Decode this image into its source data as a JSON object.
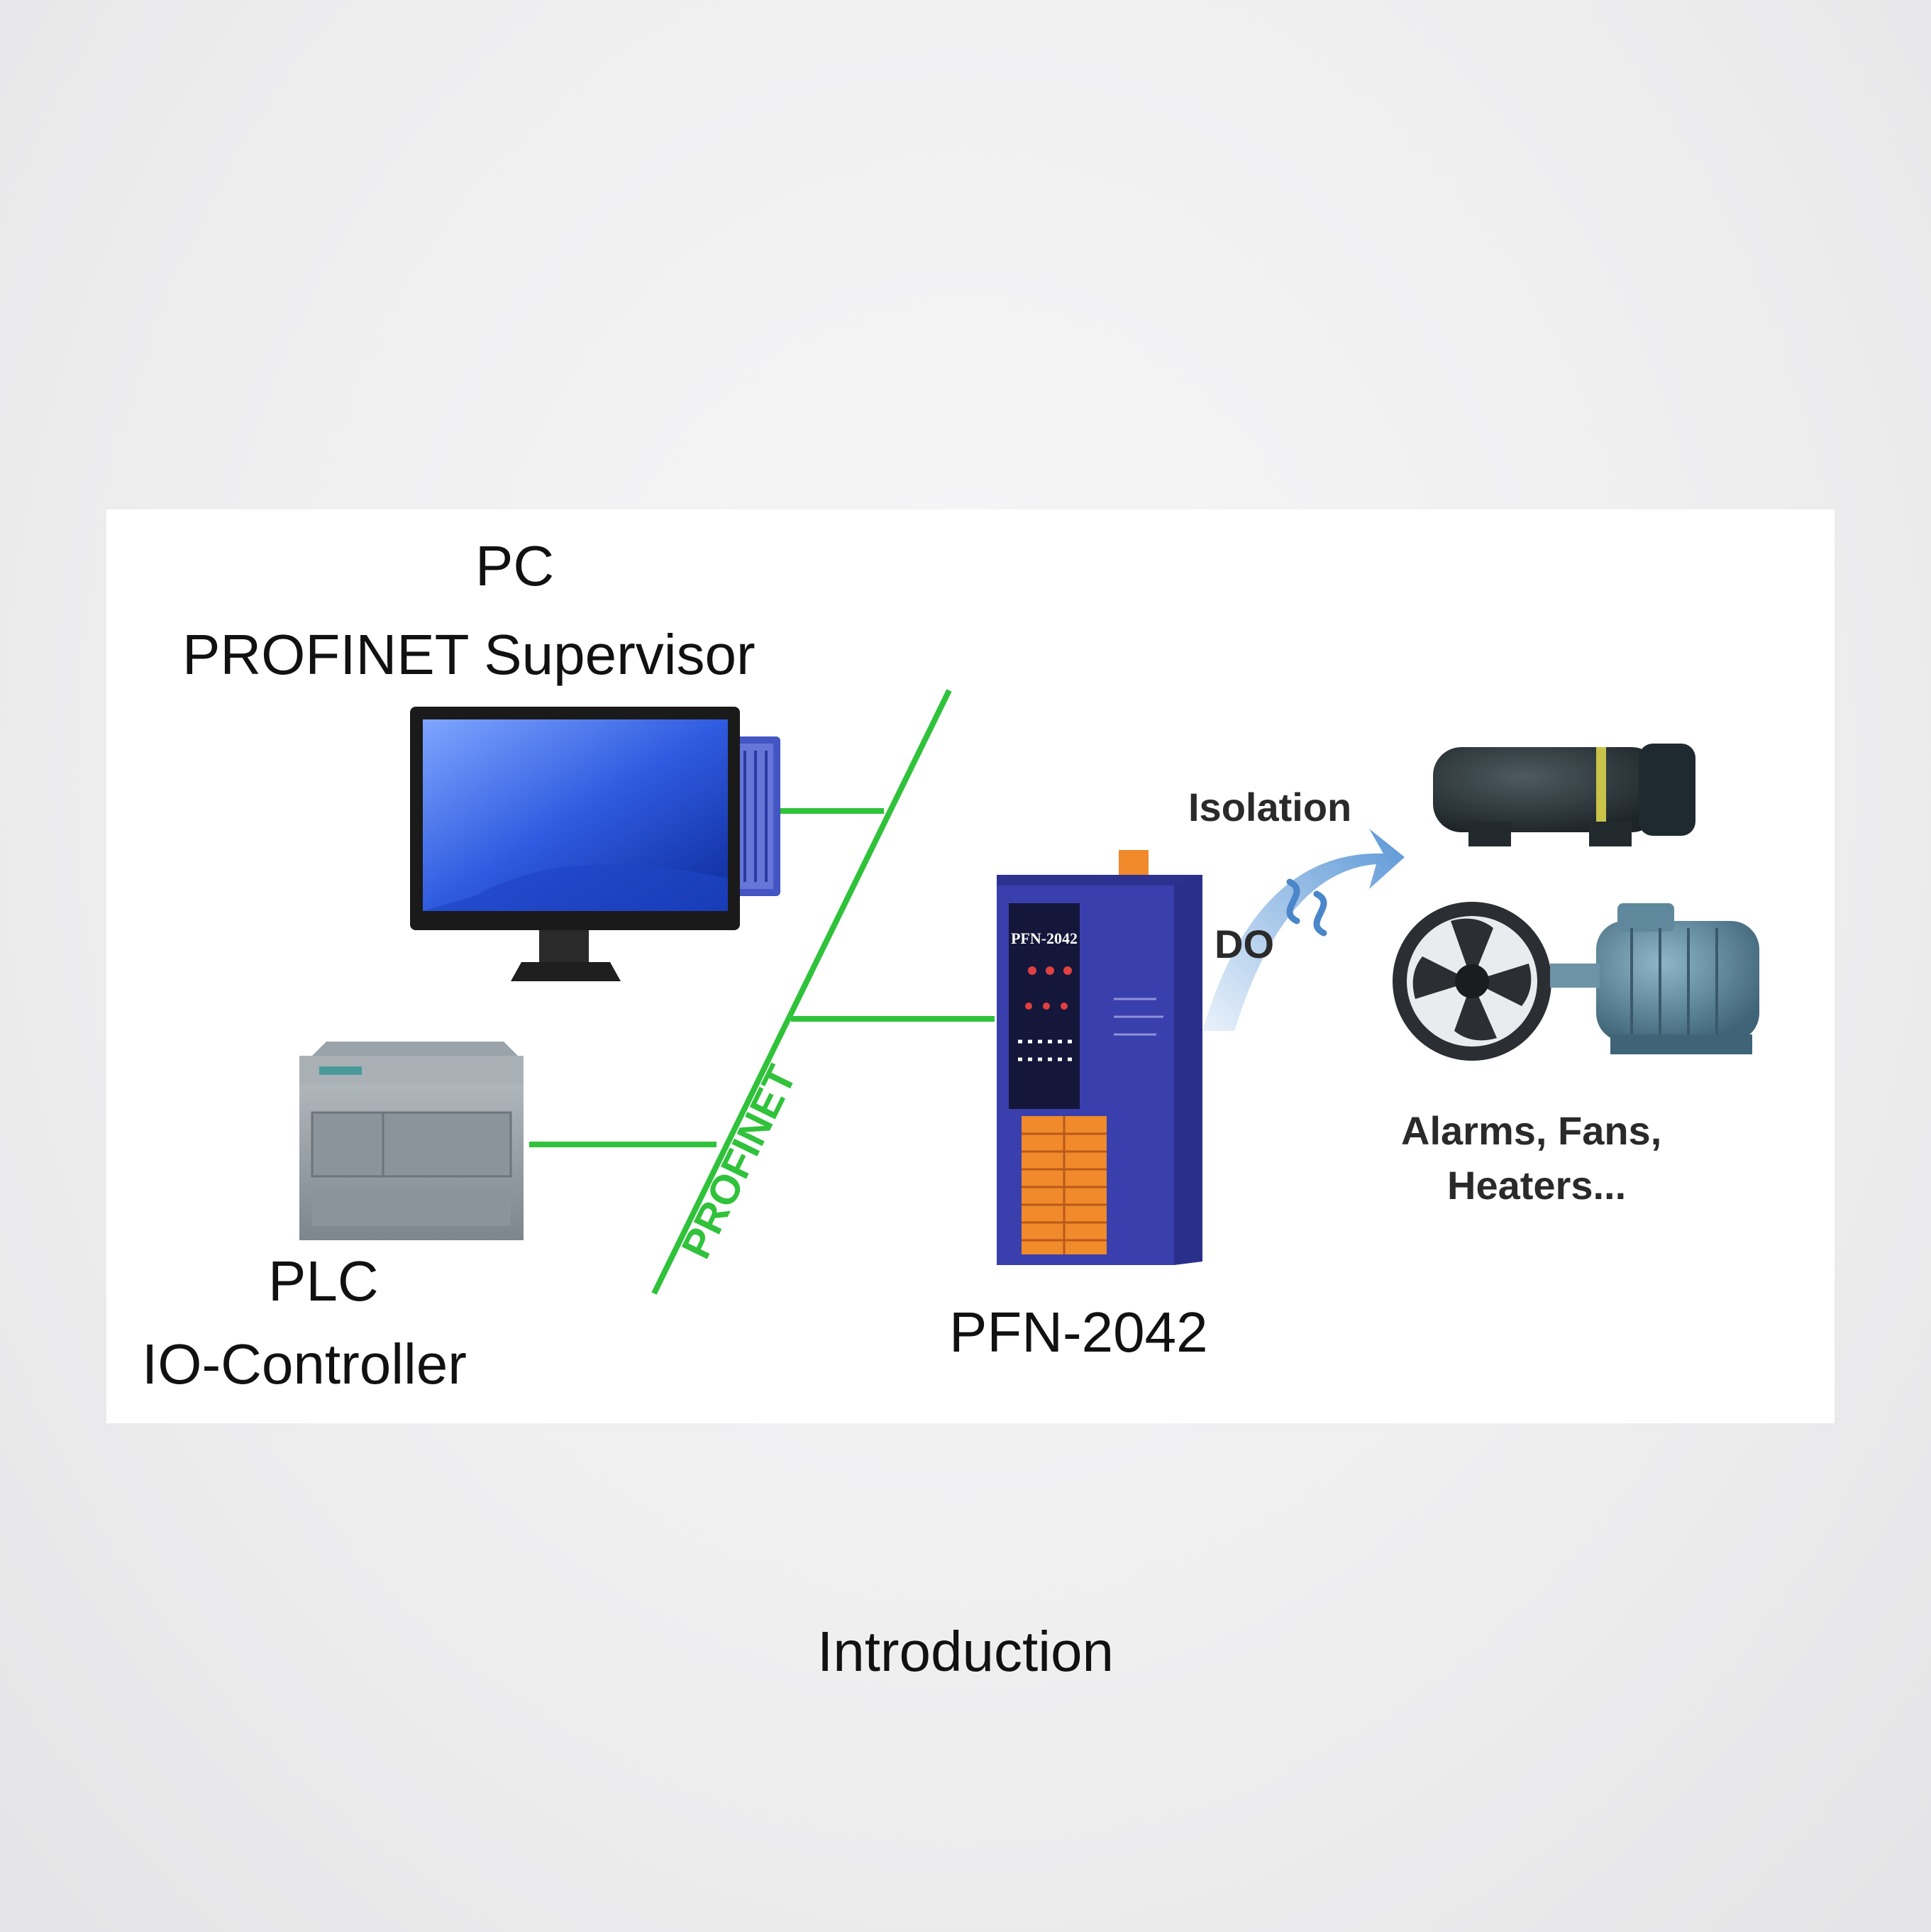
{
  "diagram": {
    "pc_title": "PC",
    "pc_subtitle": "PROFINET Supervisor",
    "plc_title": "PLC",
    "plc_subtitle": "IO-Controller",
    "bus_label": "PROFINET",
    "device_label": "PFN-2042",
    "device_panel_text": "PFN-2042",
    "isolation_label": "Isolation",
    "do_label": "DO",
    "loads_line1": "Alarms, Fans,",
    "loads_line2": "Heaters..."
  },
  "caption": "Introduction",
  "colors": {
    "bus_green": "#2fc23a",
    "device_blue": "#3a3fae",
    "terminal_orange": "#f08a2a",
    "arrow_blue": "#6aa3d8"
  }
}
